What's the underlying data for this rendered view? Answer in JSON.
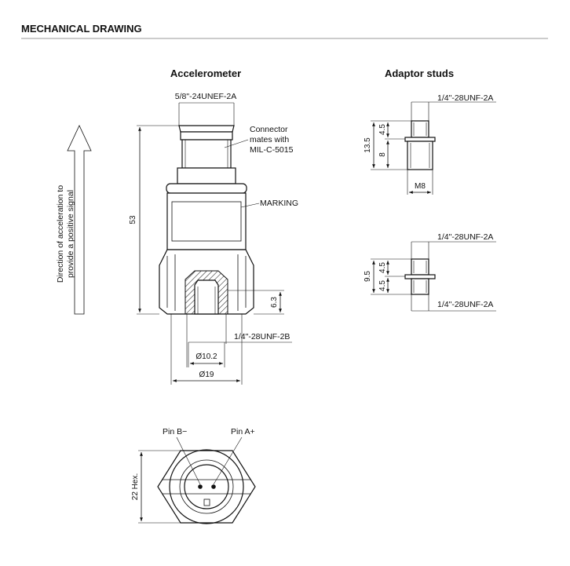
{
  "header": {
    "title": "MECHANICAL DRAWING"
  },
  "accelerometer": {
    "title": "Accelerometer",
    "thread_top": "5/8\"-24UNEF-2A",
    "connector_note": [
      "Connector",
      "mates with",
      "MIL-C-5015"
    ],
    "marking": "MARKING",
    "height": "53",
    "hole_depth": "6.3",
    "thread_bottom": "1/4\"-28UNF-2B",
    "dia_small": "Ø10.2",
    "dia_large": "Ø19",
    "direction_note": [
      "Direction of acceleration to",
      "provide a positive signal"
    ]
  },
  "adaptor_studs": {
    "title": "Adaptor studs",
    "stud1": {
      "thread": "1/4\"-28UNF-2A",
      "total": "13.5",
      "upper": "4.5",
      "lower": "8",
      "metric": "M8"
    },
    "stud2": {
      "thread_top": "1/4\"-28UNF-2A",
      "thread_bottom": "1/4\"-28UNF-2A",
      "total": "9.5",
      "upper": "4.5",
      "lower": "4.5"
    }
  },
  "bottom_view": {
    "pin_b": "Pin B−",
    "pin_a": "Pin A+",
    "hex": "22 Hex."
  }
}
